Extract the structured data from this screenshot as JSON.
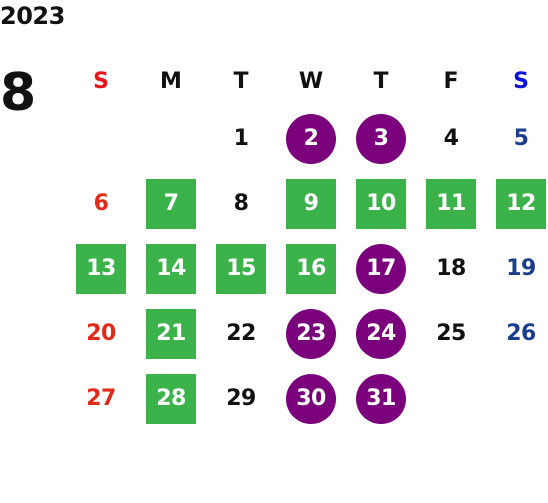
{
  "calendar": {
    "year": "2023",
    "month": "8",
    "weekday_headers": [
      "S",
      "M",
      "T",
      "W",
      "T",
      "F",
      "S"
    ],
    "first_weekday_index": 2,
    "days": [
      {
        "d": "1",
        "mark": "none"
      },
      {
        "d": "2",
        "mark": "circle"
      },
      {
        "d": "3",
        "mark": "circle"
      },
      {
        "d": "4",
        "mark": "none"
      },
      {
        "d": "5",
        "mark": "none"
      },
      {
        "d": "6",
        "mark": "none"
      },
      {
        "d": "7",
        "mark": "square"
      },
      {
        "d": "8",
        "mark": "none"
      },
      {
        "d": "9",
        "mark": "square"
      },
      {
        "d": "10",
        "mark": "square"
      },
      {
        "d": "11",
        "mark": "square"
      },
      {
        "d": "12",
        "mark": "square"
      },
      {
        "d": "13",
        "mark": "square"
      },
      {
        "d": "14",
        "mark": "square"
      },
      {
        "d": "15",
        "mark": "square"
      },
      {
        "d": "16",
        "mark": "square"
      },
      {
        "d": "17",
        "mark": "circle"
      },
      {
        "d": "18",
        "mark": "none"
      },
      {
        "d": "19",
        "mark": "none"
      },
      {
        "d": "20",
        "mark": "none"
      },
      {
        "d": "21",
        "mark": "square"
      },
      {
        "d": "22",
        "mark": "none"
      },
      {
        "d": "23",
        "mark": "circle"
      },
      {
        "d": "24",
        "mark": "circle"
      },
      {
        "d": "25",
        "mark": "none"
      },
      {
        "d": "26",
        "mark": "none"
      },
      {
        "d": "27",
        "mark": "none"
      },
      {
        "d": "28",
        "mark": "square"
      },
      {
        "d": "29",
        "mark": "none"
      },
      {
        "d": "30",
        "mark": "circle"
      },
      {
        "d": "31",
        "mark": "circle"
      }
    ]
  },
  "colors": {
    "text": "#111111",
    "sunday_header": "#e8141c",
    "saturday_header": "#0a14d8",
    "sunday_day": "#e02a1a",
    "saturday_day": "#1a3e8c",
    "square_fill": "#3bb34a",
    "circle_fill": "#7b007b",
    "marked_text": "#ffffff"
  }
}
